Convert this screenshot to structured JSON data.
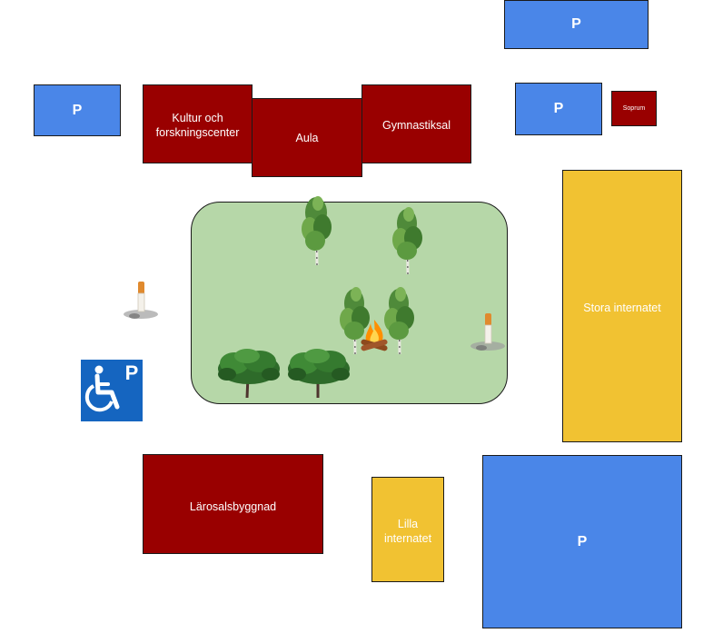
{
  "map": {
    "parking": [
      {
        "id": "p-top",
        "label": "P"
      },
      {
        "id": "p-left",
        "label": "P"
      },
      {
        "id": "p-right",
        "label": "P"
      },
      {
        "id": "p-big",
        "label": "P"
      }
    ],
    "buildings": {
      "kultur": "Kultur och\nforskningscenter",
      "aula": "Aula",
      "gymnastiksal": "Gymnastiksal",
      "soprum": "Soprum",
      "larosal": "Lärosalsbyggnad"
    },
    "dormitories": {
      "stora": "Stora internatet",
      "lilla": "Lilla\ninternatet"
    },
    "handicap_parking": {
      "label": "P",
      "icon": "wheelchair-icon"
    },
    "icons": [
      "birch-tree-icon",
      "oak-tree-icon",
      "campfire-icon",
      "cigarette-icon",
      "wheelchair-icon"
    ],
    "colors": {
      "parking": "#4a86e8",
      "building": "#990000",
      "dormitory": "#f1c232",
      "green_area": "#b6d7a8",
      "handicap_sign": "#1565c0"
    }
  }
}
